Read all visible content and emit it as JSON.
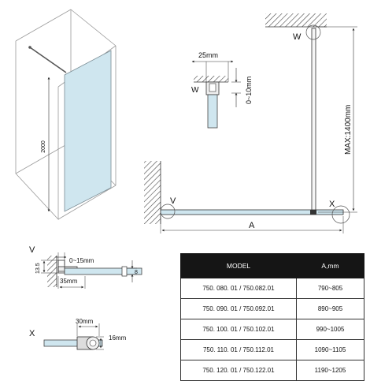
{
  "labels": {
    "perspective_height": "2000",
    "detail_w_title": "W",
    "detail_w_width": "25mm",
    "detail_w_gap": "0~10mm",
    "plan_w": "W",
    "plan_v": "V",
    "plan_x": "X",
    "plan_a": "A",
    "plan_max": "MAX:1400mm",
    "detail_v_title": "V",
    "detail_v_gap": "0~15mm",
    "detail_v_height": "13.5",
    "detail_v_width": "35mm",
    "detail_v_thickness": "8",
    "detail_x_title": "X",
    "detail_x_width": "30mm",
    "detail_x_depth": "16mm"
  },
  "table": {
    "headers": [
      "MODEL",
      "A,mm"
    ],
    "rows": [
      [
        "750. 080. 01 / 750.082.01",
        "790~805"
      ],
      [
        "750. 090. 01 / 750.092.01",
        "890~905"
      ],
      [
        "750. 100. 01 / 750.102.01",
        "990~1005"
      ],
      [
        "750. 110. 01 / 750.112.01",
        "1090~1105"
      ],
      [
        "750. 120. 01 / 750.122.01",
        "1190~1205"
      ]
    ]
  },
  "colors": {
    "glass": "#cfe6ef",
    "line": "#555555",
    "table_header_bg": "#151515",
    "table_header_text": "#ffffff"
  }
}
